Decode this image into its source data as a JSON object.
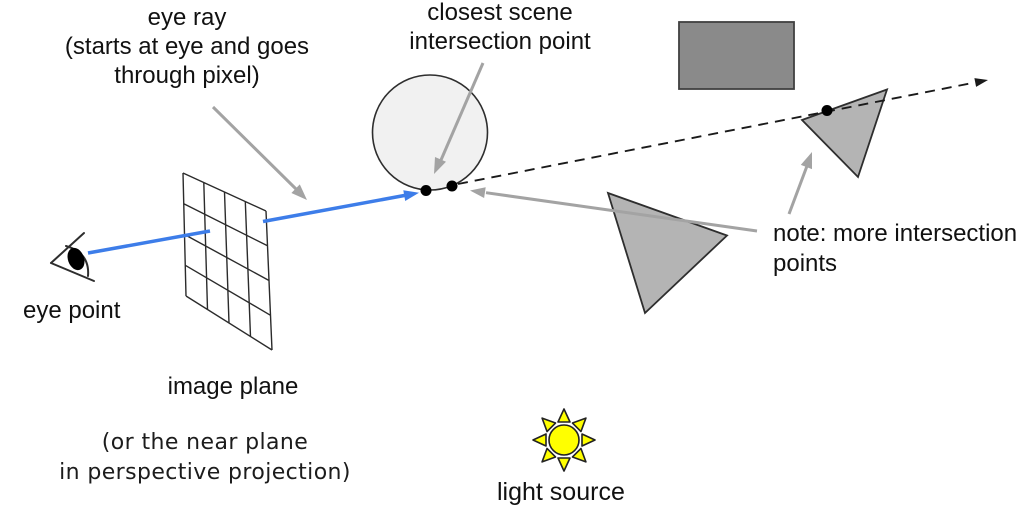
{
  "title": "ray tracing eye ray diagram",
  "labels": {
    "eye_ray": {
      "line1": "eye ray",
      "line2": "(starts at eye and goes",
      "line3": "through pixel)"
    },
    "closest_intersection": {
      "line1": "closest scene",
      "line2": "intersection point"
    },
    "eye_point": "eye point",
    "image_plane": "image plane",
    "near_plane": {
      "line1": "(or the near plane",
      "line2": "in perspective projection)"
    },
    "note": {
      "line1": "note: more intersection",
      "line2": "points"
    },
    "light_source": "light source"
  },
  "icons": {
    "eye": "eye-icon",
    "sun": "sun-icon",
    "blue_ray_arrowhead": "arrowhead-icon",
    "dashed_ray_arrowhead": "arrowhead-icon"
  },
  "colors": {
    "ray_blue": "#3d7de9",
    "connector_gray": "#a3a3a3",
    "shape_gray": "#b4b4b4",
    "rect_gray": "#8a8a8a",
    "sphere_fill": "#f1f1f1",
    "outline_dark": "#2e2e2e",
    "sun_yellow": "#ffff00",
    "dashed_black": "#1a1a1a",
    "text": "#111111"
  }
}
